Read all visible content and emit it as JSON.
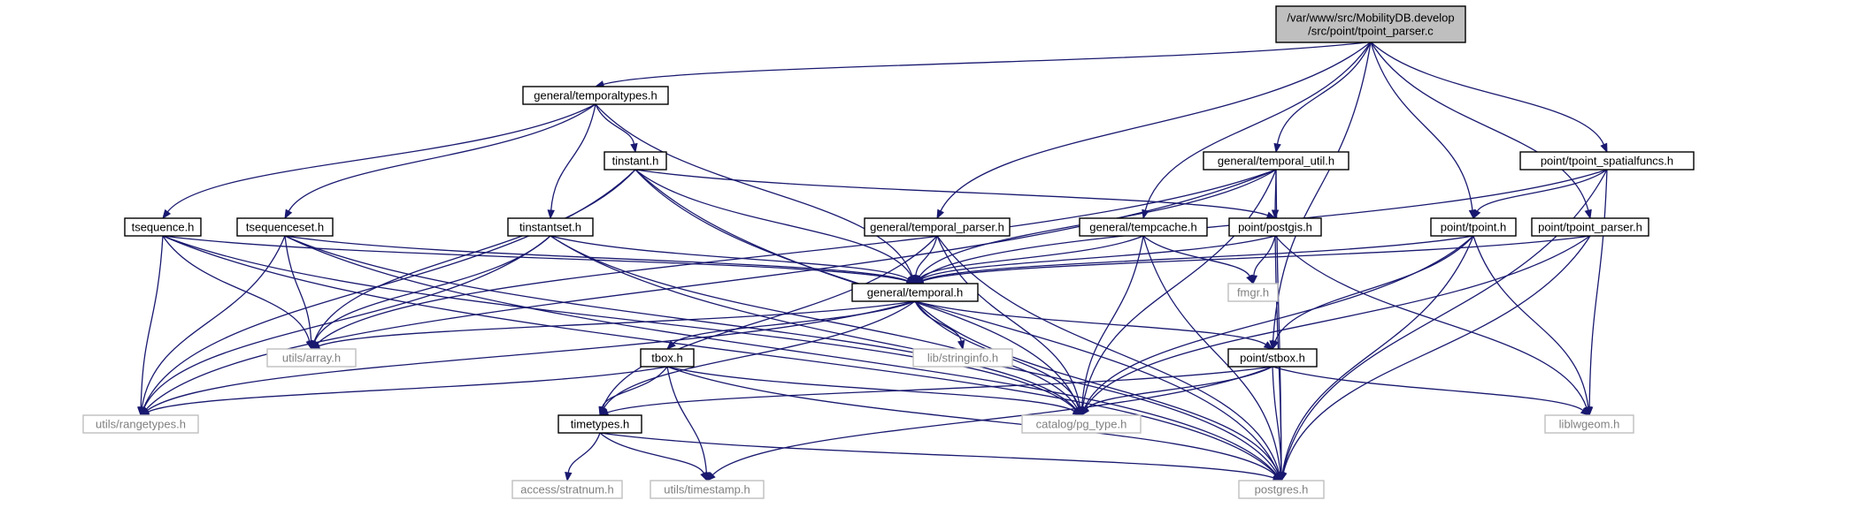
{
  "root": {
    "line1": "/var/www/src/MobilityDB.develop",
    "line2": "/src/point/tpoint_parser.c"
  },
  "nodes": {
    "temporaltypes": "general/temporaltypes.h",
    "tinstant": "tinstant.h",
    "temporal_util": "general/temporal_util.h",
    "tpoint_spatialfuncs": "point/tpoint_spatialfuncs.h",
    "tsequence": "tsequence.h",
    "tsequenceset": "tsequenceset.h",
    "tinstantset": "tinstantset.h",
    "temporal_parser": "general/temporal_parser.h",
    "tempcache": "general/tempcache.h",
    "postgis": "point/postgis.h",
    "tpoint": "point/tpoint.h",
    "tpoint_parser": "point/tpoint_parser.h",
    "temporal": "general/temporal.h",
    "fmgr": "fmgr.h",
    "array": "utils/array.h",
    "stringinfo": "lib/stringinfo.h",
    "tbox": "tbox.h",
    "stbox": "point/stbox.h",
    "rangetypes": "utils/rangetypes.h",
    "timetypes": "timetypes.h",
    "pg_type": "catalog/pg_type.h",
    "liblwgeom": "liblwgeom.h",
    "stratnum": "access/stratnum.h",
    "timestamp": "utils/timestamp.h",
    "postgres": "postgres.h"
  },
  "colors": {
    "edge": "#191970",
    "root_fill": "#bfbfbf",
    "dark_border": "#000000",
    "light_border": "#bfbfbf",
    "light_text": "#808080"
  }
}
